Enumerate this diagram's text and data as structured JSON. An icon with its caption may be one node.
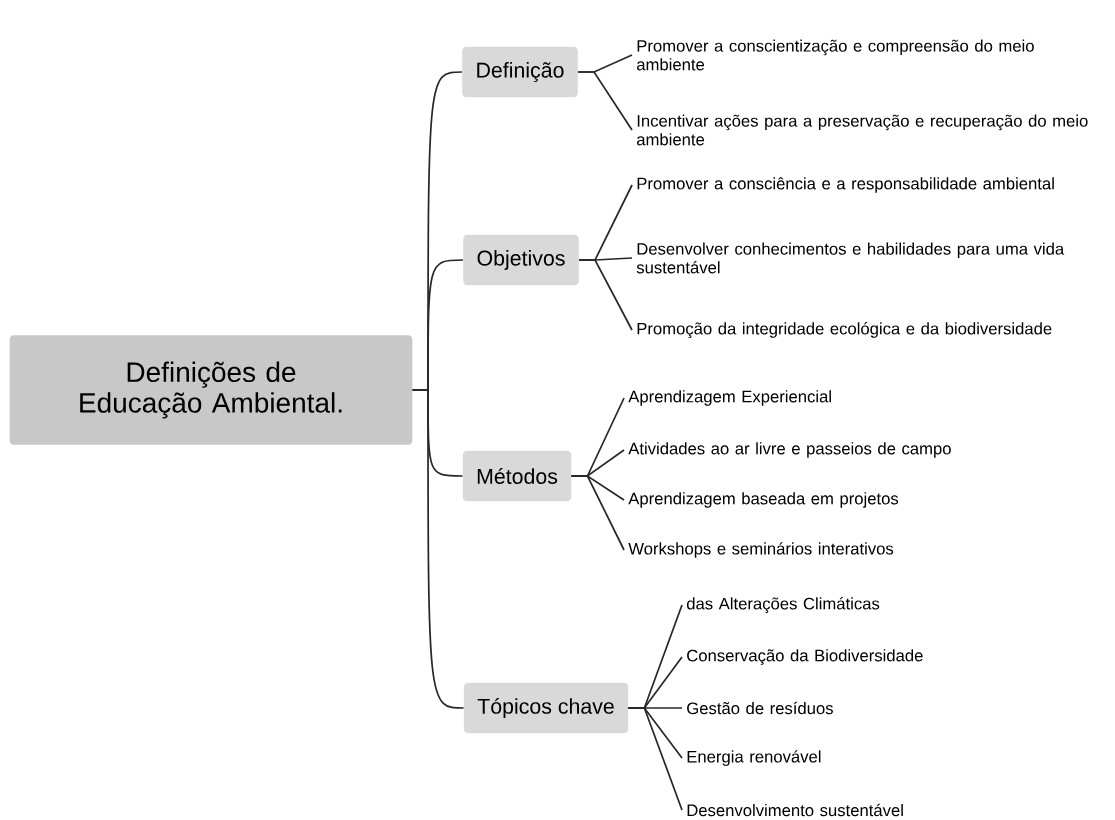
{
  "diagram": {
    "nodes": [
      {
        "text": [
          "Definições de Educação Ambiental."
        ]
      },
      {
        "text": [
          "Definição"
        ]
      },
      {
        "text": [
          "Objetivos"
        ]
      },
      {
        "text": [
          "Métodos"
        ]
      },
      {
        "text": [
          "Tópicos chave"
        ]
      },
      {
        "text": [
          "Promover a conscientização e compreensão do meio ambiente"
        ]
      },
      {
        "text": [
          "Incentivar ações para a preservação e recuperação do meio ambiente"
        ]
      },
      {
        "text": [
          "Promover a consciência e a responsabilidade ambiental"
        ]
      },
      {
        "text": [
          "Desenvolver conhecimentos e habilidades para uma vida sustentável"
        ]
      },
      {
        "text": [
          "Promoção da integridade ecológica e da biodiversidade"
        ]
      },
      {
        "text": [
          "Aprendizagem Experiencial"
        ]
      },
      {
        "text": [
          "Atividades ao ar livre e passeios de campo"
        ]
      },
      {
        "text": [
          "Aprendizagem baseada em projetos"
        ]
      },
      {
        "text": [
          "Workshops e seminários interativos"
        ]
      },
      {
        "text": [
          "das Alterações Climáticas"
        ]
      },
      {
        "text": [
          "Conservação da Biodiversidade"
        ]
      },
      {
        "text": [
          "Gestão de resíduos"
        ]
      },
      {
        "text": [
          "Energia renovável"
        ]
      },
      {
        "text": [
          "Desenvolvimento sustentável"
        ]
      }
    ],
    "edges": [
      {
        "from": 0,
        "to": 1,
        "arrow": "none"
      },
      {
        "from": 0,
        "to": 2,
        "arrow": "none"
      },
      {
        "from": 0,
        "to": 3,
        "arrow": "none"
      },
      {
        "from": 0,
        "to": 4,
        "arrow": "none"
      },
      {
        "from": 1,
        "to": 5,
        "arrow": "none"
      },
      {
        "from": 1,
        "to": 6,
        "arrow": "none"
      },
      {
        "from": 2,
        "to": 7,
        "arrow": "none"
      },
      {
        "from": 2,
        "to": 8,
        "arrow": "none"
      },
      {
        "from": 2,
        "to": 9,
        "arrow": "none"
      },
      {
        "from": 3,
        "to": 10,
        "arrow": "none"
      },
      {
        "from": 3,
        "to": 11,
        "arrow": "none"
      },
      {
        "from": 3,
        "to": 12,
        "arrow": "none"
      },
      {
        "from": 3,
        "to": 13,
        "arrow": "none"
      },
      {
        "from": 4,
        "to": 14,
        "arrow": "none"
      },
      {
        "from": 4,
        "to": 15,
        "arrow": "none"
      },
      {
        "from": 4,
        "to": 16,
        "arrow": "none"
      },
      {
        "from": 4,
        "to": 17,
        "arrow": "none"
      },
      {
        "from": 4,
        "to": 18,
        "arrow": "none"
      }
    ]
  }
}
